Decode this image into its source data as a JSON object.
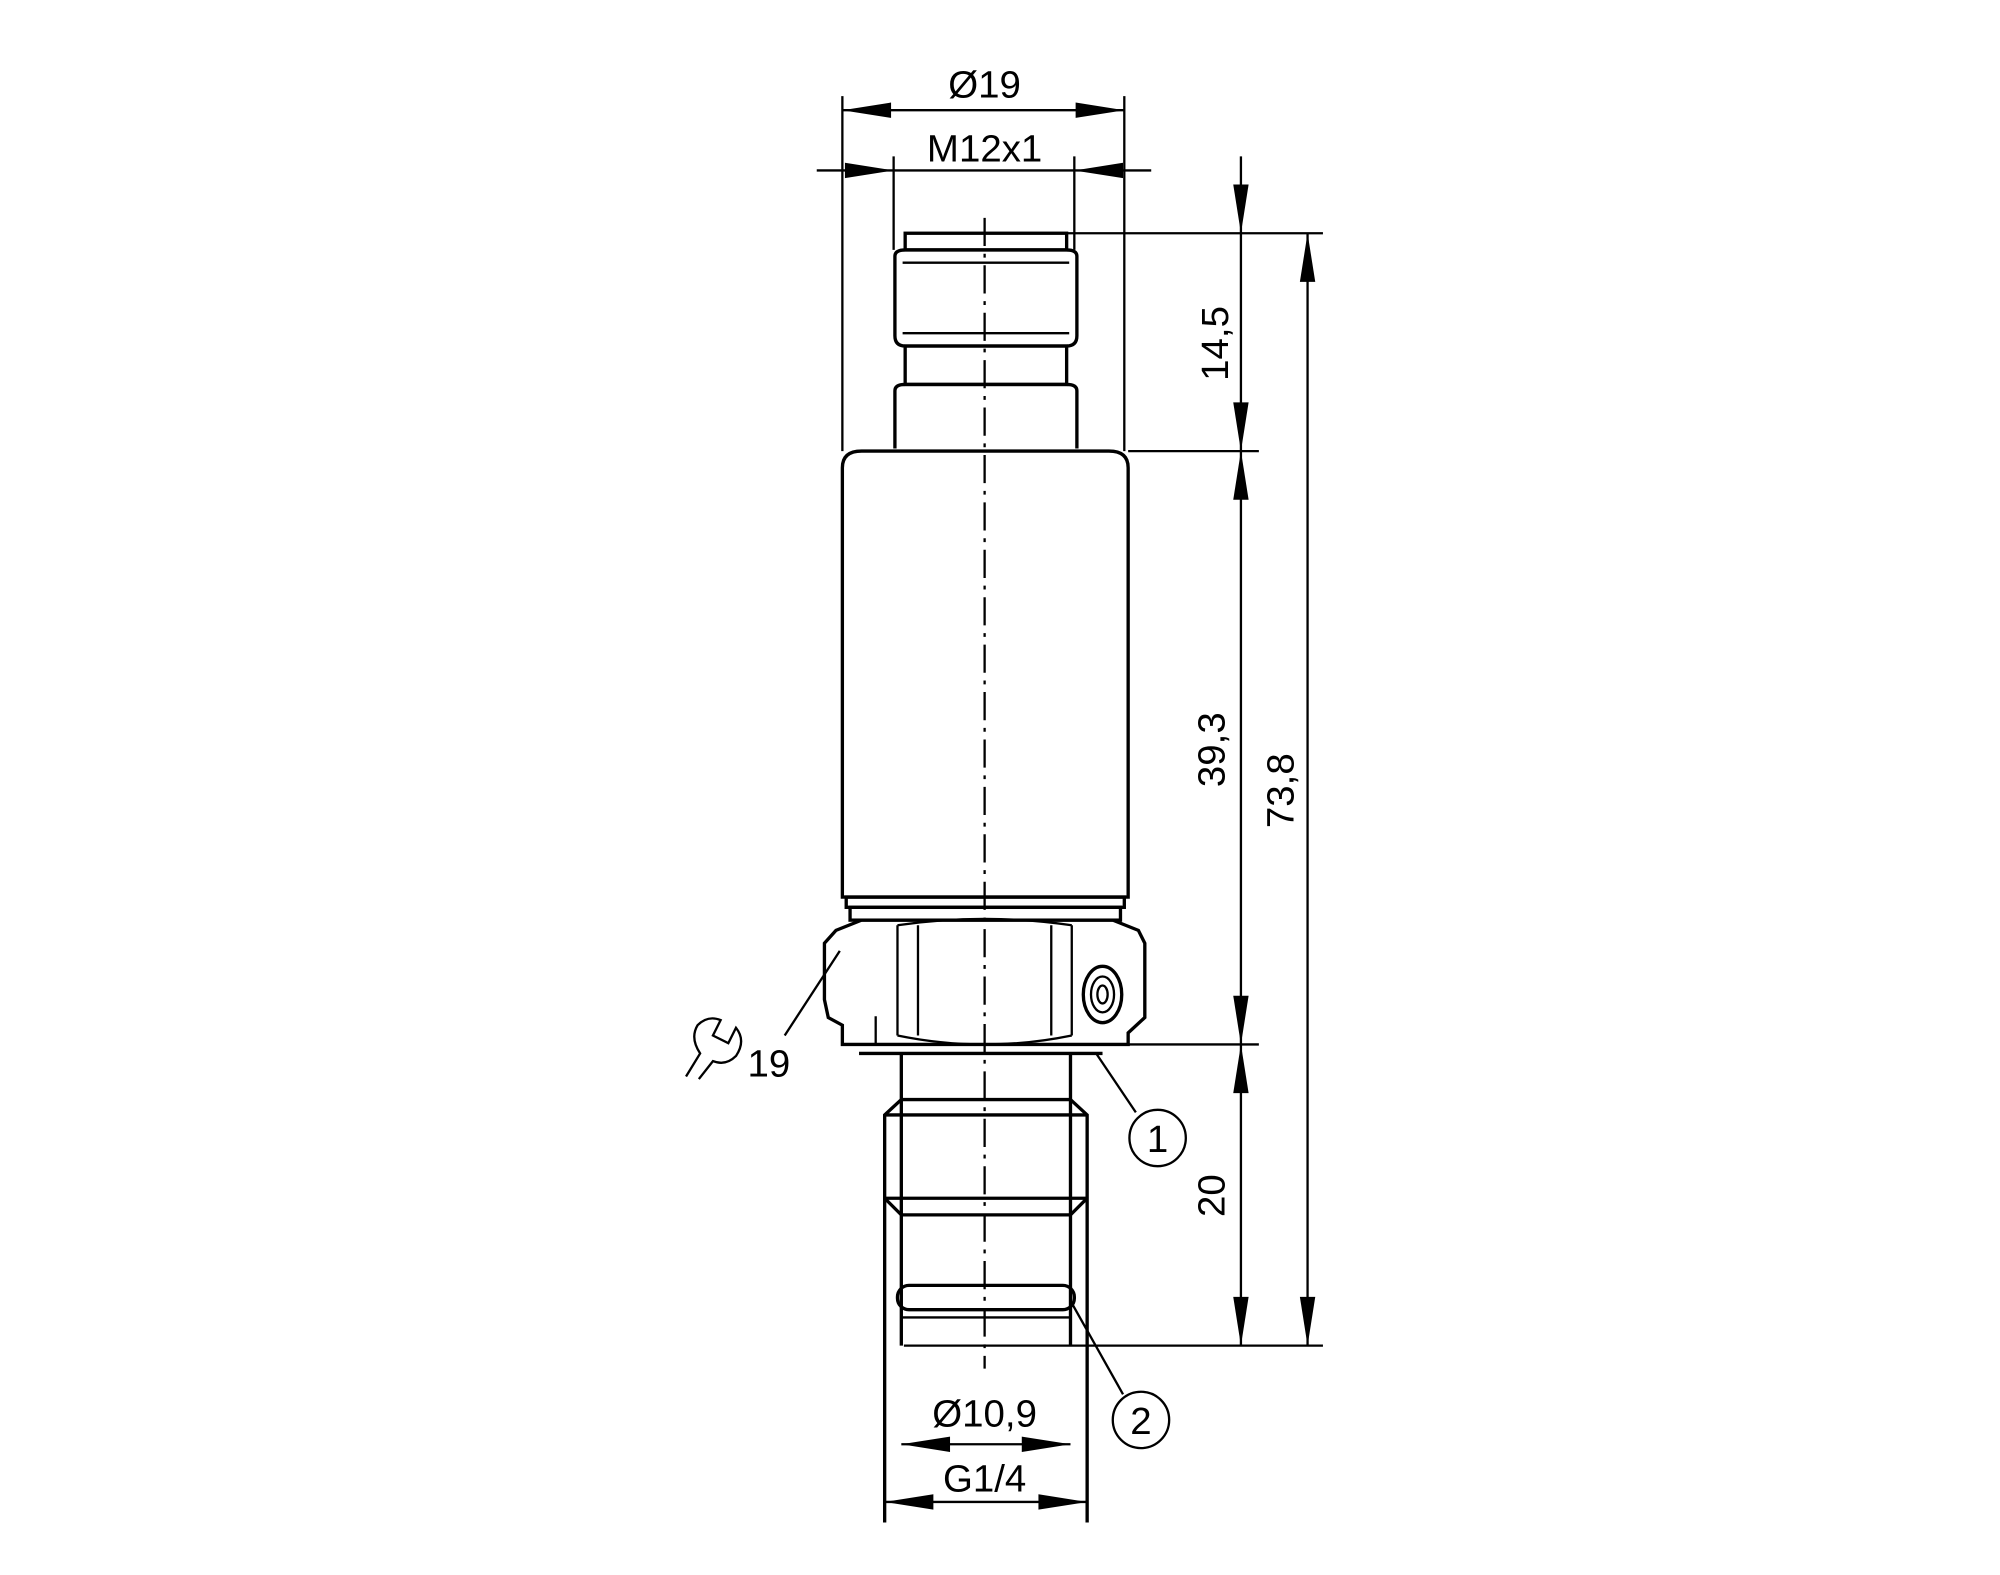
{
  "drawing": {
    "dimensions": {
      "outer_diameter": "Ø19",
      "connector_thread": "M12x1",
      "connector_length": "14,5",
      "body_length": "39,3",
      "total_length": "73,8",
      "process_connection_length": "20",
      "sealing_diameter": "Ø10,9",
      "process_thread": "G1/4",
      "wrench_size": "19"
    },
    "callouts": [
      "1",
      "2"
    ],
    "icons": {
      "wrench": "wrench-icon"
    },
    "line_color": "#000000",
    "background": "#ffffff"
  }
}
